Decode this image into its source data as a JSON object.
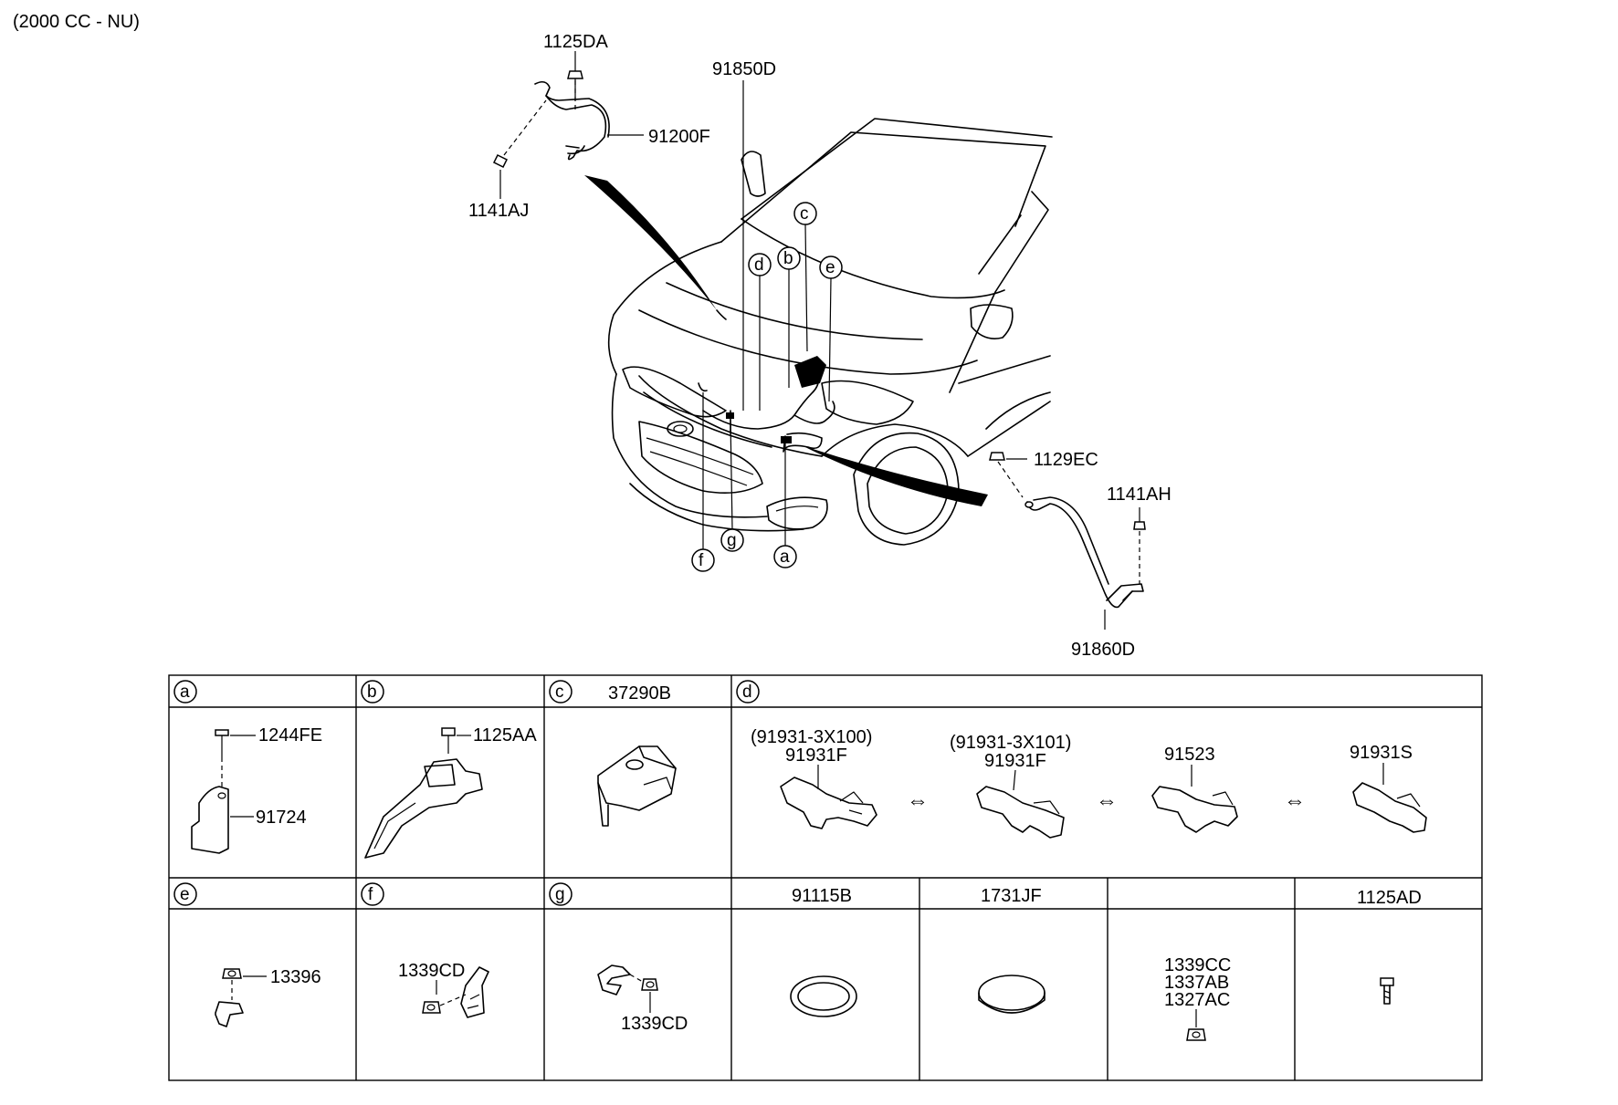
{
  "header_note": "(2000 CC - NU)",
  "callouts": {
    "p1125DA": "1125DA",
    "p91200F": "91200F",
    "p1141AJ": "1141AJ",
    "p91850D": "91850D",
    "p1129EC": "1129EC",
    "p1141AH": "1141AH",
    "p91860D": "91860D"
  },
  "circle_letters": {
    "a": "a",
    "b": "b",
    "c": "c",
    "d": "d",
    "e": "e",
    "f": "f",
    "g": "g"
  },
  "table": {
    "row1": {
      "a": {
        "letter": "a",
        "parts": [
          "1244FE",
          "91724"
        ]
      },
      "b": {
        "letter": "b",
        "parts": [
          "1125AA"
        ]
      },
      "c": {
        "letter": "c",
        "header": "37290B"
      },
      "d": {
        "letter": "d",
        "groups": [
          {
            "code": "(91931-3X100)",
            "part": "91931F"
          },
          {
            "code": "(91931-3X101)",
            "part": "91931F"
          },
          {
            "code": "",
            "part": "91523"
          },
          {
            "code": "",
            "part": "91931S"
          }
        ],
        "arrow_symbol": "⇔"
      }
    },
    "row2": {
      "e": {
        "letter": "e",
        "parts": [
          "13396"
        ]
      },
      "f": {
        "letter": "f",
        "parts": [
          "1339CD"
        ]
      },
      "g": {
        "letter": "g",
        "parts": [
          "1339CD"
        ]
      },
      "col4": {
        "header": "91115B"
      },
      "col5": {
        "header": "1731JF"
      },
      "col6": {
        "header": "",
        "parts": [
          "1339CC",
          "1337AB",
          "1327AC"
        ]
      },
      "col7": {
        "header": "1125AD"
      }
    }
  }
}
